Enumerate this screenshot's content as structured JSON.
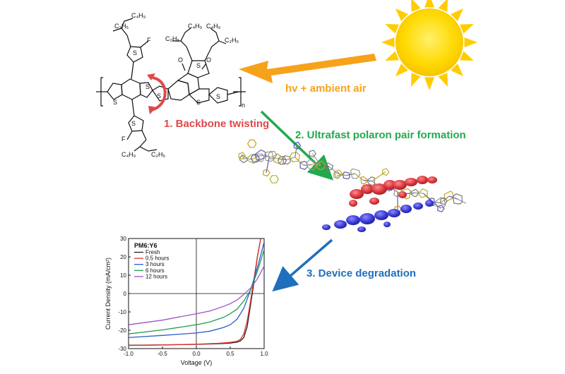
{
  "labels": {
    "light": "hv + ambient air",
    "step1": "1. Backbone twisting",
    "step2": "2. Ultrafast polaron pair formation",
    "step3": "3. Device degradation"
  },
  "colors": {
    "sun": "#ffd400",
    "sun_ray": "#ffcc00",
    "arrow_light": "#f7a21b",
    "step1": "#e0484a",
    "step2": "#22a94e",
    "step3": "#1e6fbe",
    "orbital_red": "#d9363e",
    "orbital_blue": "#3a3ad6"
  },
  "molecule": {
    "atoms": {
      "c2h5": "C₂H₅",
      "c4h9": "C₄H₉",
      "f": "F",
      "s": "S",
      "o": "O",
      "n": "n"
    }
  },
  "chart_data": {
    "type": "line",
    "title": "PM6:Y6",
    "xlabel": "Voltage (V)",
    "ylabel": "Current Density (mA/cm²)",
    "xlim": [
      -1.0,
      1.0
    ],
    "ylim": [
      -30,
      30
    ],
    "xticks": [
      "-1.0",
      "-0.5",
      "0.0",
      "0.5",
      "1.0"
    ],
    "yticks": [
      "-30",
      "-20",
      "-10",
      "0",
      "10",
      "20",
      "30"
    ],
    "legend_position": "top-left",
    "series": [
      {
        "name": "Fresh",
        "color": "#222222",
        "x": [
          -1.0,
          -0.5,
          0.0,
          0.3,
          0.5,
          0.6,
          0.65,
          0.7,
          0.75,
          0.8,
          0.85,
          0.9,
          0.95
        ],
        "y": [
          -28.2,
          -28.0,
          -27.7,
          -27.4,
          -27.0,
          -26.5,
          -25.8,
          -24.0,
          -18.0,
          -6.0,
          6.0,
          20.0,
          30.0
        ]
      },
      {
        "name": "0.5 hours",
        "color": "#e03030",
        "x": [
          -1.0,
          -0.5,
          0.0,
          0.3,
          0.5,
          0.6,
          0.65,
          0.7,
          0.75,
          0.8,
          0.85,
          0.9,
          0.95
        ],
        "y": [
          -28.3,
          -28.0,
          -27.6,
          -27.2,
          -26.6,
          -26.0,
          -25.0,
          -22.0,
          -15.0,
          -4.0,
          8.0,
          20.0,
          30.0
        ]
      },
      {
        "name": "3 hours",
        "color": "#2a5dcc",
        "x": [
          -1.0,
          -0.5,
          0.0,
          0.2,
          0.4,
          0.5,
          0.6,
          0.7,
          0.8,
          0.9,
          1.0
        ],
        "y": [
          -24.0,
          -22.8,
          -21.5,
          -20.5,
          -18.5,
          -17.0,
          -14.0,
          -8.0,
          2.0,
          14.0,
          28.0
        ]
      },
      {
        "name": "6 hours",
        "color": "#1fa04a",
        "x": [
          -1.0,
          -0.5,
          0.0,
          0.2,
          0.4,
          0.5,
          0.6,
          0.7,
          0.8,
          0.9,
          1.0
        ],
        "y": [
          -22.0,
          -19.8,
          -17.0,
          -15.5,
          -13.0,
          -11.0,
          -8.5,
          -4.0,
          2.0,
          12.0,
          24.0
        ]
      },
      {
        "name": "12 hours",
        "color": "#a050c8",
        "x": [
          -1.0,
          -0.5,
          0.0,
          0.2,
          0.4,
          0.5,
          0.6,
          0.7,
          0.8,
          0.9,
          1.0
        ],
        "y": [
          -17.0,
          -14.5,
          -11.0,
          -9.5,
          -7.0,
          -5.5,
          -3.5,
          -0.5,
          3.0,
          8.0,
          15.0
        ]
      }
    ]
  }
}
